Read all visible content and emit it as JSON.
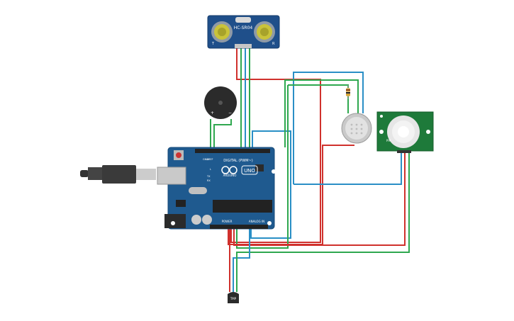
{
  "components": {
    "ultrasonic": {
      "model": "HC-SR04",
      "pin_left": "T",
      "pin_right": "R"
    },
    "arduino": {
      "logo_text": "ARDUINO",
      "model": "UNO",
      "header_digital": "DIGITAL (PWM~)",
      "header_power": "POWER",
      "header_analog": "ANALOG IN",
      "led_l": "L",
      "led_tx": "TX",
      "led_rx": "RX",
      "aref": "AREF",
      "gnd": "GND"
    },
    "buzzer": {
      "plus": "+",
      "minus": "−"
    },
    "pir": {
      "label": "PIR"
    },
    "temp_sensor": {
      "label": "TMP"
    }
  },
  "colors": {
    "board": "#1f5a8f",
    "board_edge": "#174a78",
    "wire_red": "#d0312d",
    "wire_green": "#2fa84f",
    "wire_blue": "#2a8fc6",
    "pir_board": "#1e7a3a",
    "sensor_blue": "#1f4f8a"
  }
}
